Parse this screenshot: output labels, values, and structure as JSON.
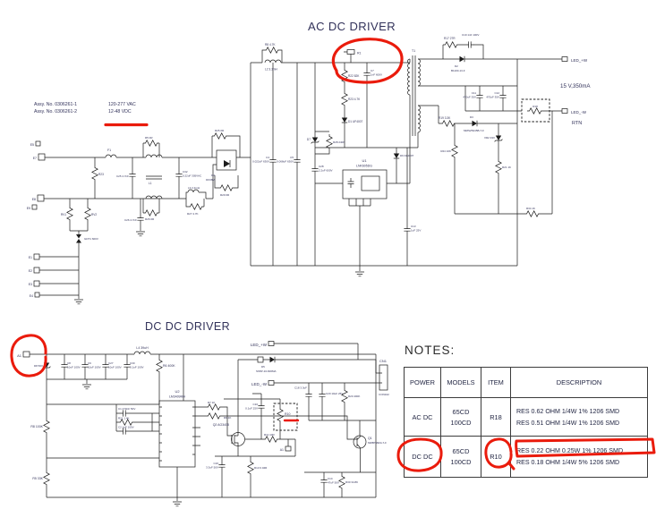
{
  "colors": {
    "ink": "#1b1b1b",
    "label_text": "#32325a",
    "title_text": "#23233a",
    "annotation_red": "#ea1b0c",
    "background": "#ffffff"
  },
  "sections": {
    "acdc_title": "AC DC DRIVER",
    "dcdc_title": "DC DC DRIVER",
    "notes_title": "NOTES:"
  },
  "assy": {
    "line1_label": "Assy. No. 0306261-1",
    "line1_value": "120-277 VAC",
    "line2_label": "Assy. No. 0306261-2",
    "line2_value": "12-48 VDC"
  },
  "acdc": {
    "ports": {
      "led_pos": "LED_+W",
      "led_neg": "LED_-W",
      "rating": "15 V,350mA",
      "rtn": "RTN"
    },
    "labels": {
      "e5": "E5",
      "e7": "E7",
      "e8": "E8",
      "e9": "E9",
      "e1": "E1",
      "e2": "E2",
      "e3": "E3",
      "e4": "E4",
      "f1": "F1",
      "r23a": "R23",
      "rv1": "RV1",
      "rv2": "RV2",
      "gdt": "GDT1 600V",
      "c25": "C25 4.7nF",
      "c26": "C26 4.7nF",
      "r5": "R5 0R",
      "l1": "L1",
      "r26": "R26 0R",
      "c32_ref": "C32",
      "c32_val": "0.22uF 305VAC",
      "l3": "L3 2.2mH",
      "r27": "R27 4.7K",
      "r8": "R8 4.7K",
      "l2": "L2 3.3mH",
      "r1": "R1",
      "r22": "R22 82K",
      "r23b": "R23 4.7K",
      "d1": "D1 UF4007",
      "c7_ref": "C7",
      "c7_val": "1nF 600V",
      "r25": "R25 0R",
      "r29": "R29 0R",
      "d4_ref": "D4",
      "d4_val": "DF08M",
      "c4_ref": "C4",
      "c4_val": "0.022uF 630V",
      "c5_ref": "C5",
      "c5_val": "0.068uF 630V",
      "d7": "D7",
      "r28": "R28 240K",
      "c28_ref": "C28",
      "c28_val": "2.2uF 600V",
      "d6": "D6 DL4007",
      "u1_ref": "U1",
      "u1_val": "LNK605DG",
      "t1": "T1",
      "r17": "R17 27R",
      "c19": "C19 1nF 100V",
      "d2_ref": "D2",
      "d2_val": "B1100-13-F",
      "c11_ref": "C11",
      "c11_val": "470uF 35V",
      "c12_ref": "C12",
      "c12_val": "470uF 35V",
      "r19": "R19 3.3K",
      "d3_ref": "D3",
      "d3_val": "MMSZ5245B-7-F",
      "vr2": "VR2 33V",
      "r24": "R24 10K",
      "r21": "R21 1K",
      "r34": "R34 1K",
      "c13_ref": "C13",
      "c13_val": "1uF 25V",
      "r18": "R18"
    }
  },
  "dcdc": {
    "ports": {
      "led_pos": "LED_+W",
      "led_neg": "LED_-W",
      "a1": "A1",
      "a1b": "A1",
      "cn1": "CN1",
      "cn1_type": "CON102"
    },
    "labels": {
      "d8": "D8 56V",
      "c8_ref": "C8",
      "c8_val": "10uF 100V",
      "c9_ref": "C9",
      "c9_val": "10uF 100V",
      "c27_ref": "C27",
      "c27_val": "10uF 100V",
      "c30_ref": "C30",
      "c30_val": "0.1uF 100V",
      "l4": "L4 39uH",
      "r6": "R6 400K",
      "r8": "R8 100K",
      "r5": "R5 33K",
      "u2_ref": "U2",
      "u2_val": "LM3409MH",
      "c1": "C1 470nF 50V",
      "r21": "R21 1.4K",
      "c2": "C2 1nF 100V",
      "r7": "R7 1K",
      "r9": "R9 1K",
      "q2": "Q2 AO3408",
      "r11": "R11 10R",
      "r13": "R13 0.04R",
      "c16_ref": "C16",
      "c16_val": "3.3uF 50V",
      "c10_ref": "C10",
      "c10_val": "0.1uF 25V",
      "c18": "C18 3.3uF",
      "c20": "C20 10uF 25V",
      "r20": "R20 400K",
      "d5_ref": "D5",
      "d5_val": "SS5P-10-600MA",
      "q1_ref": "Q1",
      "q1_val": "MMBT3904-7-F",
      "c14_ref": "C14",
      "c14_val": "47uF 50V",
      "r30": "R30 34.8K",
      "r10": "R10"
    }
  },
  "notes_table": {
    "headers": [
      "POWER",
      "MODELS",
      "ITEM",
      "DESCRIPTION"
    ],
    "rows": [
      {
        "power": "AC DC",
        "model1": "65CD",
        "model2": "100CD",
        "item": "R18",
        "desc1": "RES 0.62 OHM 1/4W 1% 1206 SMD",
        "desc2": "RES 0.51 OHM 1/4W 1% 1206 SMD"
      },
      {
        "power": "DC DC",
        "model1": "65CD",
        "model2": "100CD",
        "item": "R10",
        "desc1": "RES 0.22 OHM 0.25W 1% 1206 SMD",
        "desc2": "RES 0.18 OHM 1/4W 5% 1206 SMD"
      }
    ]
  }
}
